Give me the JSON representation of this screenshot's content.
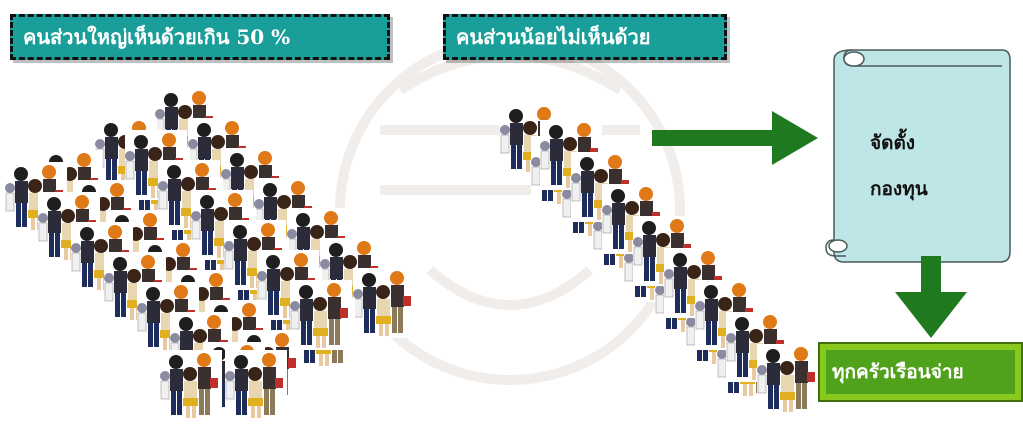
{
  "labels": {
    "majority": "คนส่วนใหญ่เห็นด้วยเกิน 50 %",
    "minority": "คนส่วนน้อยไม่เห็นด้วย"
  },
  "scroll": {
    "line1": "จัดตั้ง",
    "line2": "กองทุน"
  },
  "result": "ทุกครัวเรือนจ่าย",
  "colors": {
    "label_fill": "#1a9e9a",
    "scroll_fill": "#bfe6e6",
    "arrow": "#1f7a1f",
    "result_outer": "#88c920",
    "result_inner": "#50a21c"
  },
  "icons": {
    "crowd_figure": "group-of-people-clipart",
    "scroll": "paper-scroll",
    "watermark": "university-seal-watermark"
  }
}
